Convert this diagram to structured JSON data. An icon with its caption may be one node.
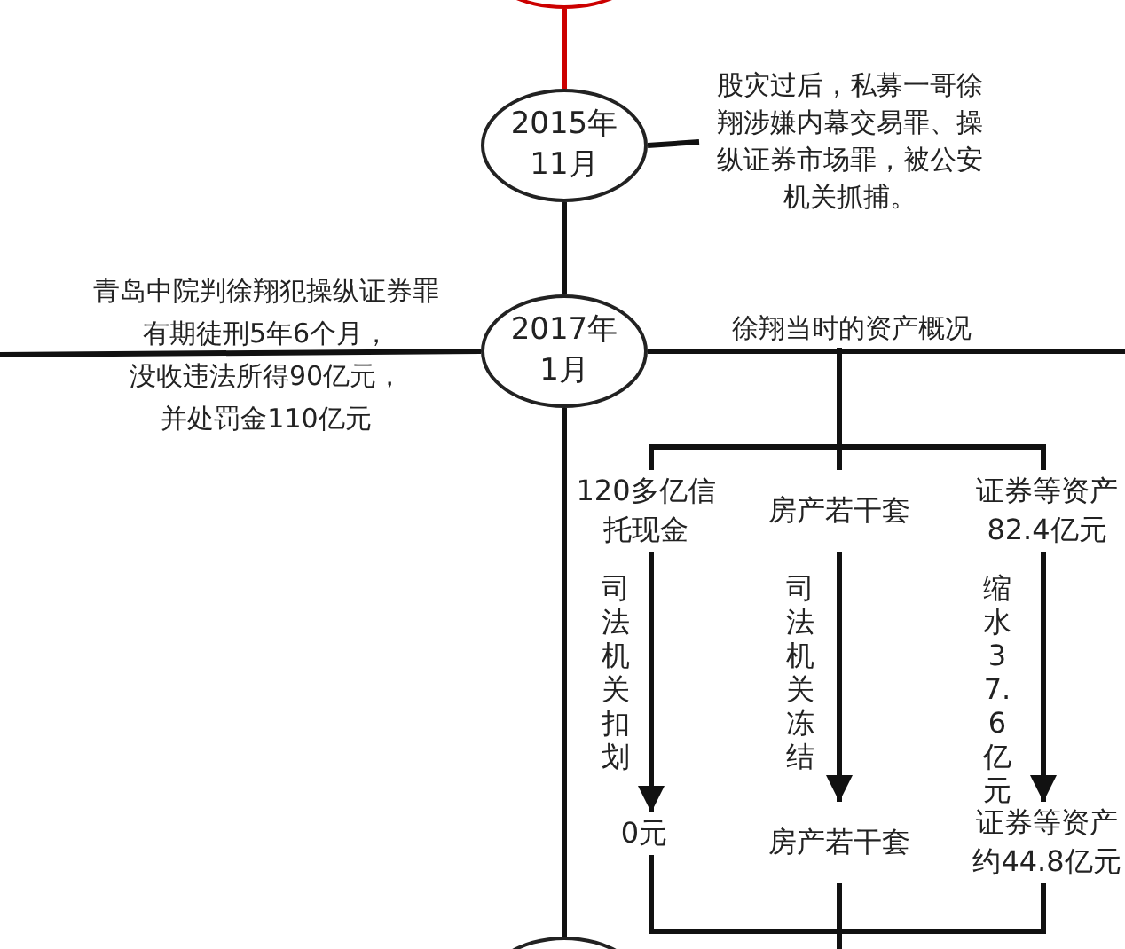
{
  "diagram": {
    "nodes": [
      {
        "text": [],
        "shape": "ellipse"
      },
      {
        "text": [
          "2015年11月"
        ]
      },
      {
        "text": [
          "股灾过后，私募一哥徐翔涉嫌内幕交易罪、操纵证券市场罪，被公安机关抓捕。"
        ]
      },
      {
        "text": [
          "2017年1月"
        ]
      },
      {
        "text": [
          "青岛中院判徐翔犯操纵证券罪有期徒刑5年6个月，没收违法所得90亿元，并处罚金110亿元"
        ]
      },
      {
        "text": [
          "徐翔当时的资产概况"
        ]
      },
      {
        "text": [
          "120多亿信托现金"
        ]
      },
      {
        "text": [
          "房产若干套"
        ]
      },
      {
        "text": [
          "证券等资产82.4亿元"
        ]
      },
      {
        "text": [
          "0元"
        ]
      },
      {
        "text": [
          "房产若干套"
        ]
      },
      {
        "text": [
          "证券等资产约44.8亿元"
        ]
      },
      {
        "text": [],
        "shape": "ellipse"
      }
    ],
    "edges": [
      {
        "from": 0,
        "to": 1,
        "arrow": "none",
        "color": "#cc0000"
      },
      {
        "from": 1,
        "to": 2,
        "arrow": "none"
      },
      {
        "from": 1,
        "to": 3,
        "arrow": "none"
      },
      {
        "from": null,
        "to": 3,
        "arrow": "none"
      },
      {
        "from": 3,
        "to": null,
        "arrow": "none"
      },
      {
        "from": 5,
        "to": 6,
        "arrow": "none"
      },
      {
        "from": 5,
        "to": 7,
        "arrow": "none"
      },
      {
        "from": 5,
        "to": 8,
        "arrow": "none"
      },
      {
        "from": 6,
        "to": 9,
        "arrow": "to",
        "label": "司法机关扣划"
      },
      {
        "from": 7,
        "to": 10,
        "arrow": "to",
        "label": "司法机关冻结"
      },
      {
        "from": 8,
        "to": 11,
        "arrow": "to",
        "label": "缩水37.6亿元"
      },
      {
        "from": 9,
        "to": null,
        "arrow": "none"
      },
      {
        "from": 10,
        "to": null,
        "arrow": "none"
      },
      {
        "from": 11,
        "to": null,
        "arrow": "none"
      },
      {
        "from": 3,
        "to": 12,
        "arrow": "none"
      }
    ]
  }
}
